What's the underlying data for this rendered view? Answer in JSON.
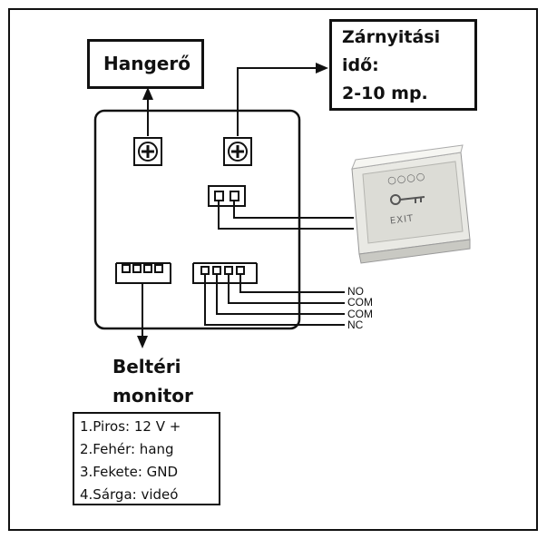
{
  "volume_label": "Hangerő",
  "unlock_time": {
    "line1": "Zárnyitási",
    "line2": "idő:",
    "line3": "2-10 mp."
  },
  "indoor_monitor": {
    "line1": "Beltéri",
    "line2": "monitor"
  },
  "legend": [
    "1.Piros: 12 V +",
    "2.Fehér: hang",
    "3.Fekete: GND",
    "4.Sárga: videó"
  ],
  "relay_terminals": [
    "NO",
    "COM",
    "COM",
    "NC"
  ],
  "exit_button": {
    "label": "EXIT",
    "dots": "○○○○"
  }
}
